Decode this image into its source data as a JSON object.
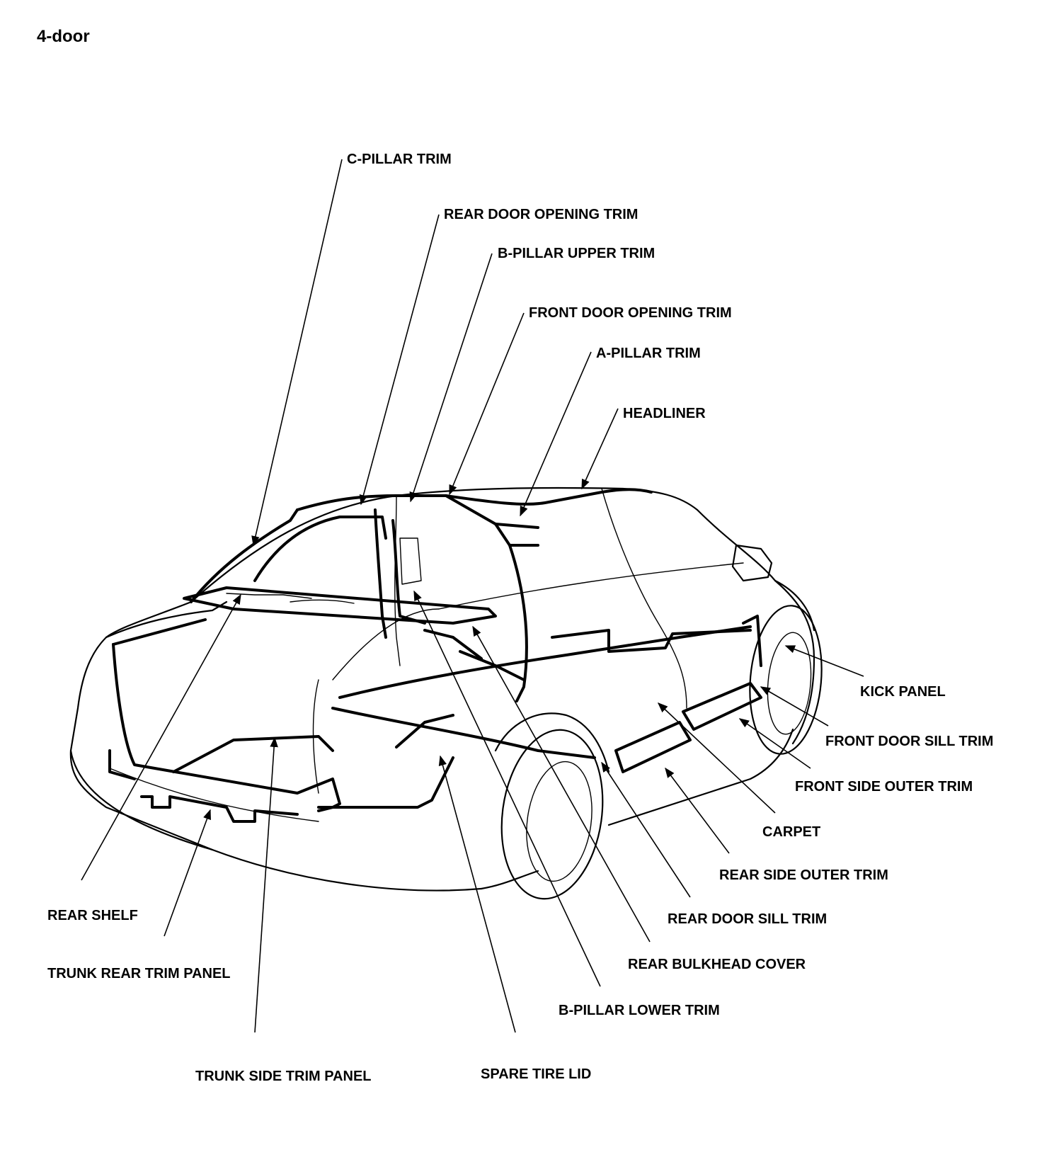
{
  "title": "4-door",
  "labels": [
    {
      "id": "c-pillar-trim",
      "text": "C-PILLAR TRIM"
    },
    {
      "id": "rear-door-opening-trim",
      "text": "REAR DOOR OPENING TRIM"
    },
    {
      "id": "b-pillar-upper-trim",
      "text": "B-PILLAR UPPER TRIM"
    },
    {
      "id": "front-door-opening-trim",
      "text": "FRONT DOOR OPENING TRIM"
    },
    {
      "id": "a-pillar-trim",
      "text": "A-PILLAR TRIM"
    },
    {
      "id": "headliner",
      "text": "HEADLINER"
    },
    {
      "id": "kick-panel",
      "text": "KICK PANEL"
    },
    {
      "id": "front-door-sill-trim",
      "text": "FRONT DOOR SILL TRIM"
    },
    {
      "id": "front-side-outer-trim",
      "text": "FRONT SIDE OUTER TRIM"
    },
    {
      "id": "carpet",
      "text": "CARPET"
    },
    {
      "id": "rear-side-outer-trim",
      "text": "REAR SIDE OUTER TRIM"
    },
    {
      "id": "rear-door-sill-trim",
      "text": "REAR DOOR SILL TRIM"
    },
    {
      "id": "rear-bulkhead-cover",
      "text": "REAR BULKHEAD COVER"
    },
    {
      "id": "b-pillar-lower-trim",
      "text": "B-PILLAR LOWER TRIM"
    },
    {
      "id": "rear-shelf",
      "text": "REAR SHELF"
    },
    {
      "id": "trunk-rear-trim-panel",
      "text": "TRUNK REAR TRIM PANEL"
    },
    {
      "id": "trunk-side-trim-panel",
      "text": "TRUNK SIDE TRIM PANEL"
    },
    {
      "id": "spare-tire-lid",
      "text": "SPARE TIRE LID"
    }
  ]
}
